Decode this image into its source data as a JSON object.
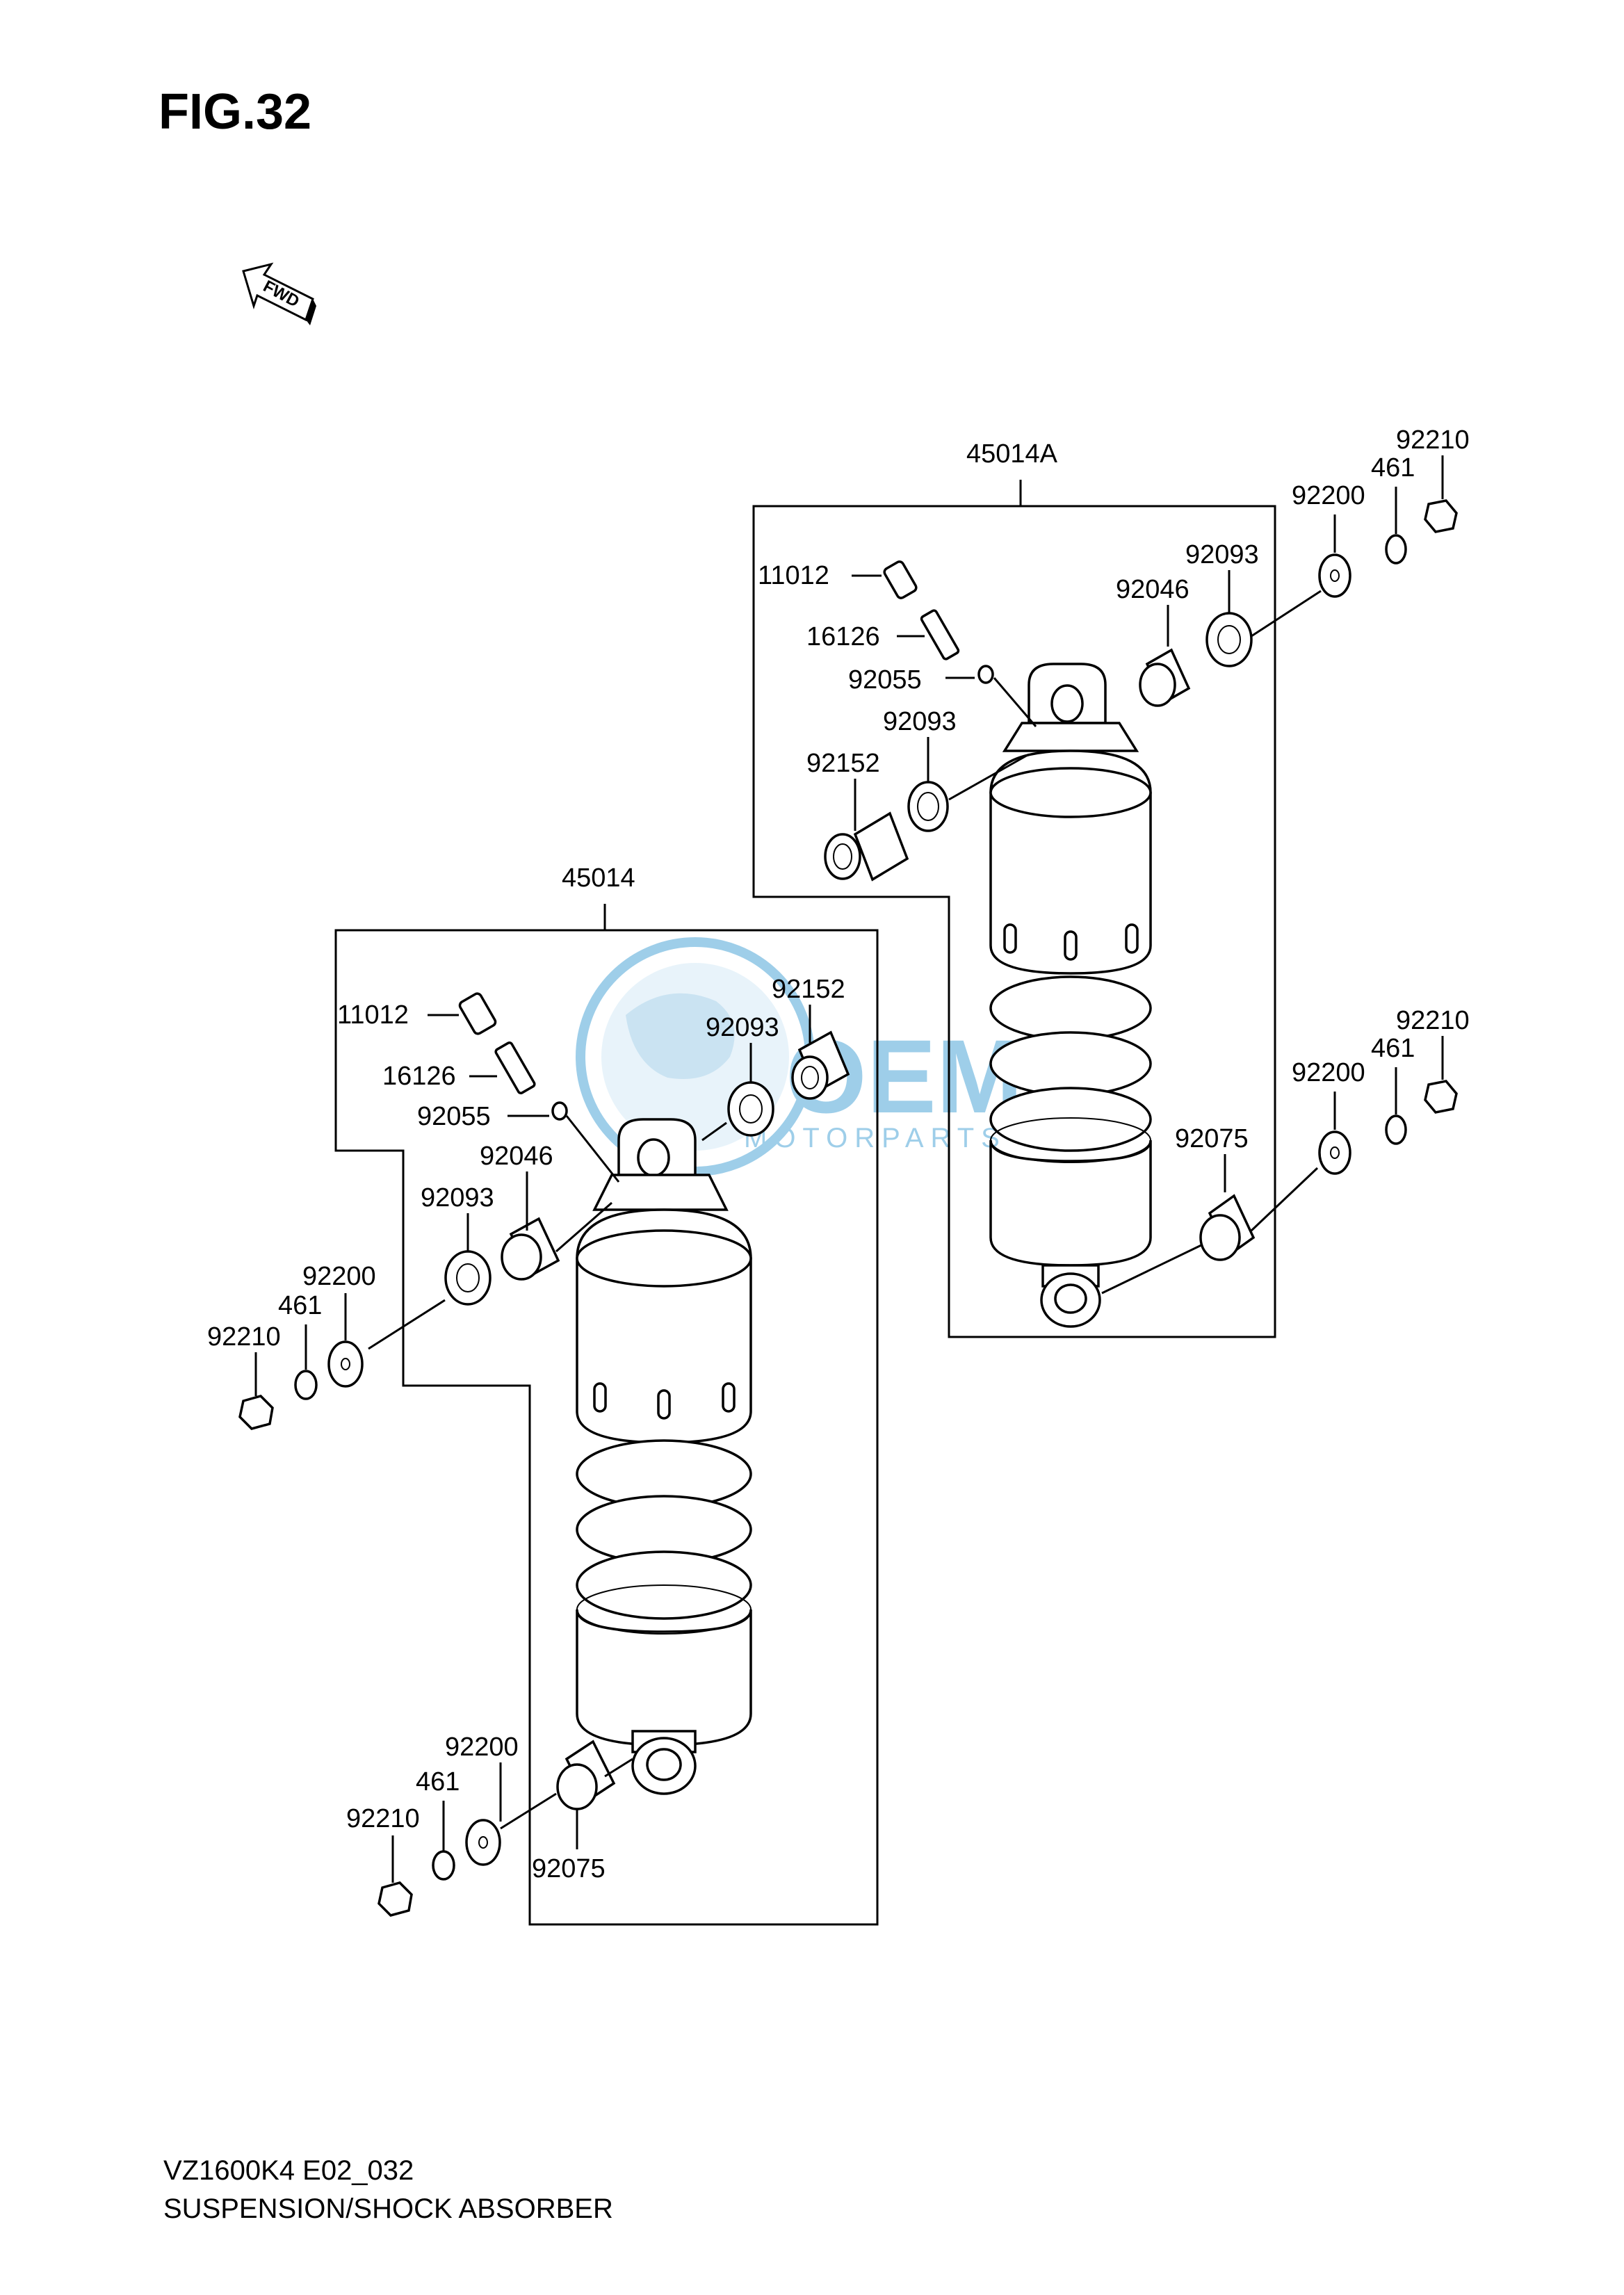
{
  "figure_title": "FIG.32",
  "fwd_label": "FWD",
  "watermark": {
    "brand": "OEM",
    "sub": "MOTORPARTS"
  },
  "footer": {
    "model_code": "VZ1600K4 E02_032",
    "section": "SUSPENSION/SHOCK ABSORBER"
  },
  "assemblies": {
    "right": {
      "group": "45014A",
      "parts": {
        "valve_cap": "11012",
        "valve": "16126",
        "oring": "92055",
        "seal_left": "92093",
        "collar_left": "92152",
        "bearing": "92046",
        "seal_right": "92093",
        "washer_top": "92200",
        "spring_washer_top": "461",
        "nut_top": "92210",
        "bushing_bottom": "92075",
        "washer_bottom": "92200",
        "spring_washer_bottom": "461",
        "nut_bottom": "92210"
      }
    },
    "left": {
      "group": "45014",
      "parts": {
        "valve_cap": "11012",
        "valve": "16126",
        "oring": "92055",
        "bearing": "92046",
        "seal_left": "92093",
        "washer_top": "92200",
        "spring_washer_top": "461",
        "nut_top": "92210",
        "collar_right": "92152",
        "seal_right": "92093",
        "washer_bottom": "92200",
        "spring_washer_bottom": "461",
        "nut_bottom": "92210",
        "bushing_bottom": "92075"
      }
    }
  }
}
